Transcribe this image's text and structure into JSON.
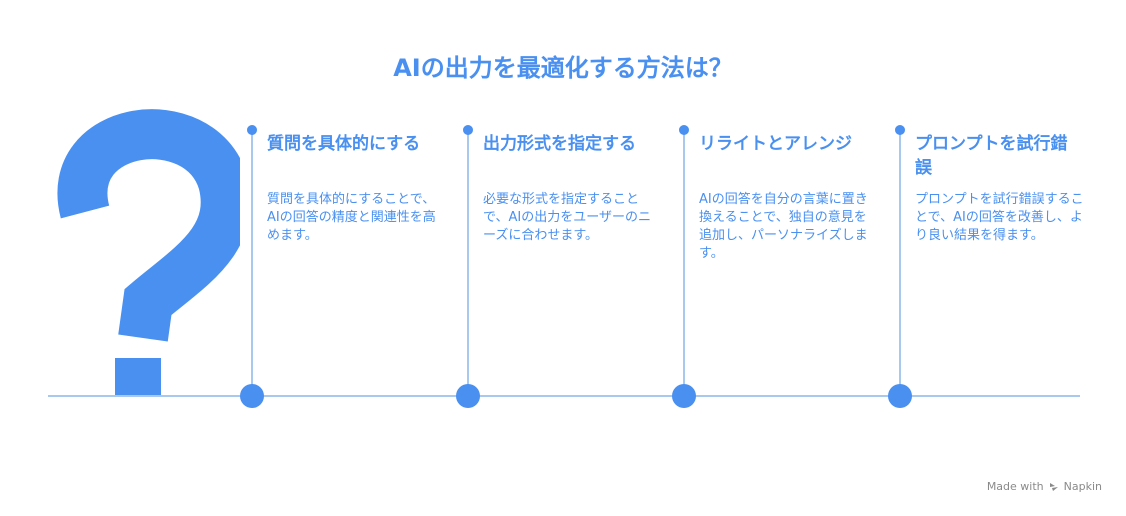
{
  "title": "AIの出力を最適化する方法は？",
  "colors": {
    "accent": "#4a90f0",
    "line": "#a9c8ee",
    "watermark": "#8a8a8a"
  },
  "icons": {
    "hero": "question-mark-icon",
    "watermark": "napkin-logo-icon"
  },
  "steps": [
    {
      "title": "質問を具体的にする",
      "description": "質問を具体的にすることで、AIの回答の精度と関連性を高めます。"
    },
    {
      "title": "出力形式を指定する",
      "description": "必要な形式を指定することで、AIの出力をユーザーのニーズに合わせます。"
    },
    {
      "title": "リライトとアレンジ",
      "description": "AIの回答を自分の言葉に置き換えることで、独自の意見を追加し、パーソナライズします。"
    },
    {
      "title": "プロンプトを試行錯誤",
      "description": "プロンプトを試行錯誤することで、AIの回答を改善し、より良い結果を得ます。"
    }
  ],
  "watermark": {
    "made_with": "Made with",
    "brand": "Napkin"
  }
}
